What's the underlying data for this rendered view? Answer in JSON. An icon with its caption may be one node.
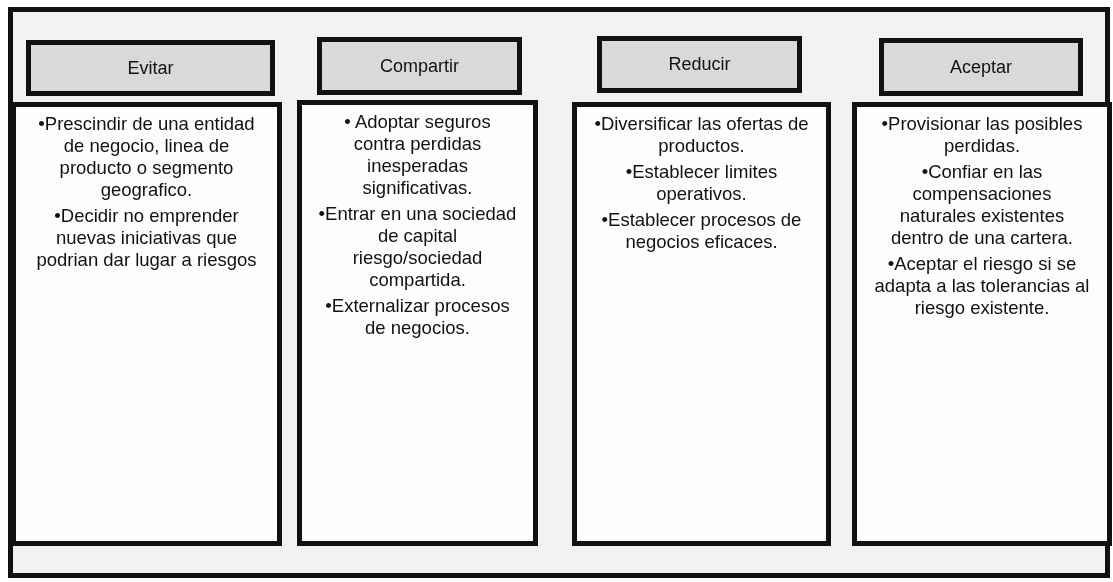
{
  "diagram": {
    "nodes": [
      {
        "text": [],
        "shape": "box"
      },
      {
        "text": [
          "Evitar"
        ],
        "in": 0
      },
      {
        "text": [
          "•Prescindir de una entidad de negocio, linea de producto o segmento geografico.",
          "•Decidir no emprender nuevas iniciativas que podrian dar lugar a riesgos"
        ],
        "in": 0
      },
      {
        "text": [
          "Compartir"
        ],
        "in": 0
      },
      {
        "text": [
          "• Adoptar seguros contra perdidas inesperadas significativas.",
          "•Entrar en una sociedad de capital riesgo/sociedad compartida.",
          "•Externalizar procesos de negocios."
        ],
        "in": 0
      },
      {
        "text": [
          "Reducir"
        ],
        "in": 0
      },
      {
        "text": [
          "•Diversificar las ofertas de productos.",
          "•Establecer limites operativos.",
          "•Establecer procesos de negocios eficaces."
        ],
        "in": 0
      },
      {
        "text": [
          "Aceptar"
        ],
        "in": 0
      },
      {
        "text": [
          "•Provisionar las posibles perdidas.",
          "•Confiar en las compensaciones naturales existentes dentro de una cartera.",
          "•Aceptar el riesgo si se adapta a las tolerancias al riesgo existente."
        ],
        "in": 0
      }
    ]
  }
}
